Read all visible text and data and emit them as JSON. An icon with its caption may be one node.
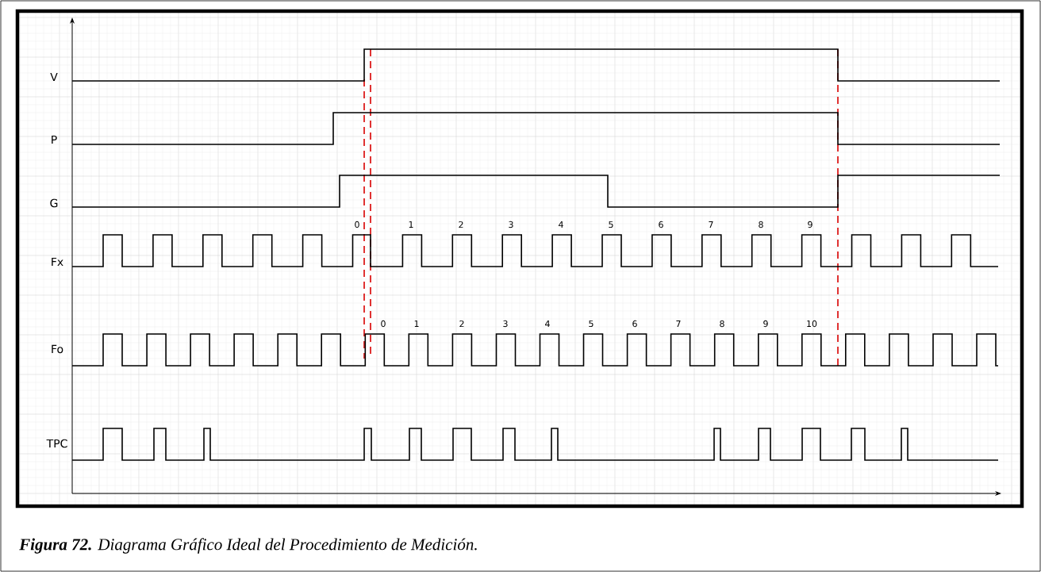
{
  "diagram": {
    "caption": "**Figura 72.** Diagrama Gráfico Ideal del Procedimiento de Medición.",
    "labels": [
      "V",
      "P",
      "G",
      "0",
      "1",
      "2",
      "3",
      "4",
      "5",
      "6",
      "7",
      "8",
      "9",
      "Fx",
      "0",
      "1",
      "2",
      "3",
      "4",
      "5",
      "6",
      "7",
      "8",
      "9",
      "10",
      "Fo",
      "TPC"
    ]
  }
}
